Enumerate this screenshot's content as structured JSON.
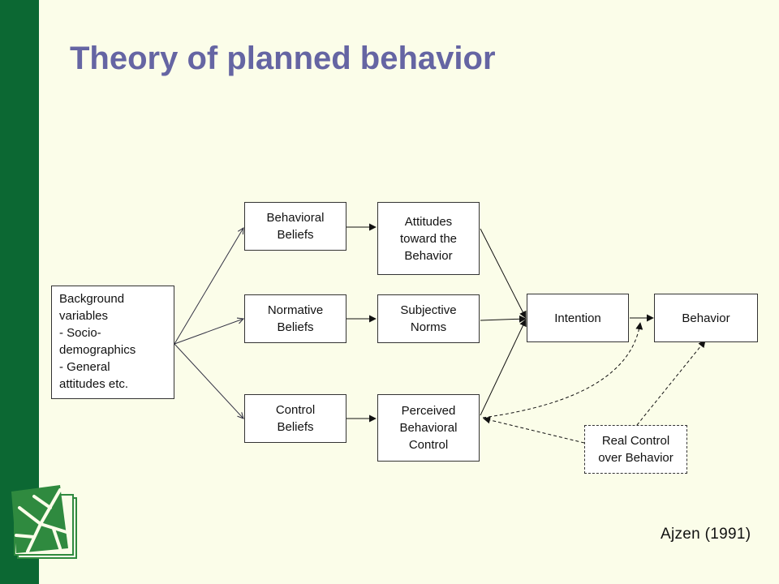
{
  "slide": {
    "title": "Theory of planned behavior",
    "citation": "Ajzen (1991)"
  },
  "diagram": {
    "nodes": {
      "background": "Background\nvariables\n- Socio-\ndemographics\n-  General\nattitudes etc.",
      "behavioral_beliefs": "Behavioral\nBeliefs",
      "normative_beliefs": "Normative\nBeliefs",
      "control_beliefs": "Control\nBeliefs",
      "attitudes": "Attitudes\ntoward the\nBehavior",
      "subjective_norms": "Subjective\nNorms",
      "perceived_control": "Perceived\nBehavioral\nControl",
      "intention": "Intention",
      "behavior": "Behavior",
      "real_control": "Real Control\nover Behavior"
    },
    "edges": [
      {
        "from": "background",
        "to": "behavioral_beliefs",
        "style": "solid"
      },
      {
        "from": "background",
        "to": "normative_beliefs",
        "style": "solid"
      },
      {
        "from": "background",
        "to": "control_beliefs",
        "style": "solid"
      },
      {
        "from": "behavioral_beliefs",
        "to": "attitudes",
        "style": "solid"
      },
      {
        "from": "normative_beliefs",
        "to": "subjective_norms",
        "style": "solid"
      },
      {
        "from": "control_beliefs",
        "to": "perceived_control",
        "style": "solid"
      },
      {
        "from": "attitudes",
        "to": "intention",
        "style": "solid"
      },
      {
        "from": "subjective_norms",
        "to": "intention",
        "style": "solid"
      },
      {
        "from": "perceived_control",
        "to": "intention",
        "style": "solid"
      },
      {
        "from": "intention",
        "to": "behavior",
        "style": "solid"
      },
      {
        "from": "perceived_control",
        "to": "intention",
        "style": "dashed"
      },
      {
        "from": "real_control",
        "to": "perceived_control",
        "style": "dashed"
      },
      {
        "from": "real_control",
        "to": "behavior",
        "style": "dashed"
      }
    ]
  },
  "colors": {
    "background": "#fbfde9",
    "sidebar": "#0c6833",
    "title": "#6565a3",
    "logo": "#2f8a3f"
  }
}
